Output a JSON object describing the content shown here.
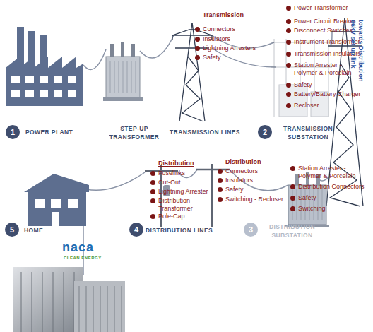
{
  "diagram": {
    "nodes": [
      {
        "text": [
          "1"
        ]
      },
      {
        "text": [
          "2"
        ]
      },
      {
        "text": [
          "5"
        ]
      },
      {
        "text": [
          "4"
        ]
      },
      {
        "text": [
          "3"
        ]
      }
    ],
    "labels": [
      "Transmission",
      "Connectors",
      "Insulators",
      "Lightning Arresters",
      "Safety",
      "Power Transformer",
      "Power Circuit Breaker",
      "Disconnect Switches",
      "Instrument Transformer",
      "Transmission Insulators",
      "Station Arrester - Polymer & Porcelain",
      "Safety",
      "Battery/Battery Charger",
      "Recloser",
      "66kV set-up link towards Distribution",
      "POWER PLANT",
      "STEP-UP TRANSFORMER",
      "TRANSMISSION LINES",
      "TRANSMISSION SUBSTATION",
      "Distribution",
      "Fuselinks",
      "Cut-Out",
      "Lightning Arrester",
      "Distribution Transformer",
      "Pole-Cap",
      "Distribution",
      "Connectors",
      "Insulators",
      "Safety",
      "Switching - Recloser",
      "Station Arrester - Polymer & Porcelain",
      "Distribution Connectors",
      "Safety",
      "Switching",
      "HOME",
      "DISTRIBUTION LINES",
      "DISTRIBUTION SUBSTATION",
      "naca",
      "CLEAN ENERGY"
    ]
  }
}
